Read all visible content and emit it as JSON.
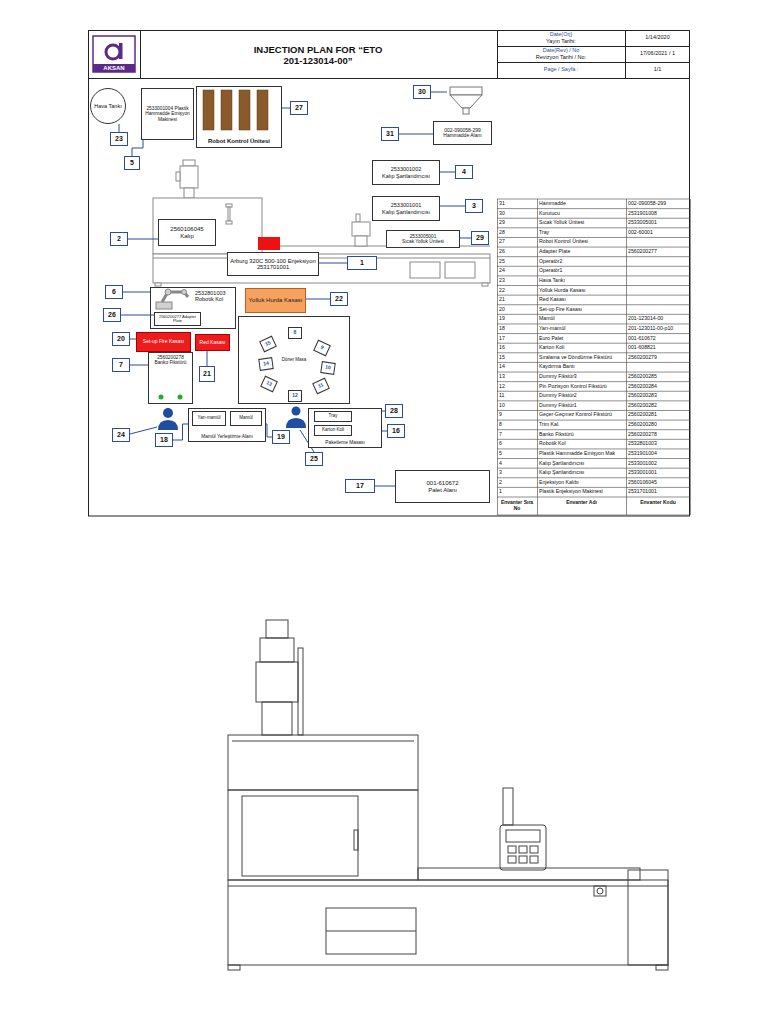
{
  "diagram": {
    "title": "INJECTION PLAN FOR “ETO 201-123014-00”",
    "nodes": [
      {
        "text": [
          "Hava Tankı"
        ]
      },
      {
        "text": [
          "2533001004 Plastik Hammadde Emişyon Makinesi"
        ]
      },
      {
        "text": [
          "Robot Kontrol Ünitesi"
        ]
      },
      {
        "text": [
          "27"
        ]
      },
      {
        "text": [
          "30"
        ]
      },
      {
        "text": [
          "23"
        ]
      },
      {
        "text": [
          "31"
        ]
      },
      {
        "text": [
          "002-090058-299",
          "Hammadde Alanı"
        ]
      },
      {
        "text": [
          "5"
        ]
      },
      {
        "text": [
          "2533001002",
          "Kalıp Şartlandırıcısı"
        ]
      },
      {
        "text": [
          "4"
        ]
      },
      {
        "text": [
          "2533001001",
          "Kalıp Şartlandırıcısı"
        ]
      },
      {
        "text": [
          "3"
        ]
      },
      {
        "text": [
          "2560106045",
          "Kalıp"
        ]
      },
      {
        "text": [
          "2"
        ]
      },
      {
        "text": [
          "2533005001",
          "Sıcak Yolluk Ünitesi"
        ]
      },
      {
        "text": [
          "29"
        ]
      },
      {
        "text": [
          "Arburg 320C 500-100 Enjeksiyon 2531701001"
        ]
      },
      {
        "text": [
          "1"
        ]
      },
      {
        "text": [
          "6"
        ]
      },
      {
        "text": [
          "2532801003",
          "Robotik Kol"
        ]
      },
      {
        "text": [
          "2560200277 Adapter Plate"
        ],
        "in": 20
      },
      {
        "text": [
          "Yolluk Hurda Kasası"
        ]
      },
      {
        "text": [
          "22"
        ]
      },
      {
        "text": [
          "26"
        ]
      },
      {
        "text": [
          "Set-up Fire Kasası"
        ]
      },
      {
        "text": [
          "Red Kasası"
        ]
      },
      {
        "text": [
          "20"
        ]
      },
      {
        "text": [
          "Döner Masa"
        ]
      },
      {
        "text": [
          "8"
        ],
        "in": 28
      },
      {
        "text": [
          "15"
        ],
        "in": 28
      },
      {
        "text": [
          "9"
        ],
        "in": 28
      },
      {
        "text": [
          "14"
        ],
        "in": 28
      },
      {
        "text": [
          "10"
        ],
        "in": 28
      },
      {
        "text": [
          "13"
        ],
        "in": 28
      },
      {
        "text": [
          "11"
        ],
        "in": 28
      },
      {
        "text": [
          "12"
        ],
        "in": 28
      },
      {
        "text": [
          "2560200278",
          "Banko Fikstürü"
        ]
      },
      {
        "text": [
          "7"
        ]
      },
      {
        "text": [
          "21"
        ]
      },
      {
        "text": [
          "28"
        ]
      },
      {
        "text": [
          "24"
        ]
      },
      {
        "text": [
          "18"
        ]
      },
      {
        "text": [
          "Mamül Yerleştirme Alanı"
        ]
      },
      {
        "text": [
          "Yarı-mamül"
        ],
        "in": 43
      },
      {
        "text": [
          "Mamül"
        ],
        "in": 43
      },
      {
        "text": [
          "19"
        ]
      },
      {
        "text": [
          "Paketleme Masası"
        ]
      },
      {
        "text": [
          "Tray"
        ],
        "in": 47
      },
      {
        "text": [
          "Karton Koli"
        ],
        "in": 47
      },
      {
        "text": [
          "16"
        ]
      },
      {
        "text": [
          "25"
        ]
      },
      {
        "text": [
          "17"
        ]
      },
      {
        "text": [
          "001-610672",
          "Palet Alanı"
        ]
      }
    ],
    "edges": [
      {
        "from": 3,
        "to": 2,
        "arrow": "none"
      },
      {
        "from": 5,
        "to": 0,
        "arrow": "none"
      },
      {
        "from": 6,
        "to": 7,
        "arrow": "none"
      },
      {
        "from": 8,
        "to": 1,
        "arrow": "none"
      },
      {
        "from": 10,
        "to": 9,
        "arrow": "none"
      },
      {
        "from": 12,
        "to": 11,
        "arrow": "none"
      },
      {
        "from": 14,
        "to": 13,
        "arrow": "none"
      },
      {
        "from": 16,
        "to": 15,
        "arrow": "none"
      },
      {
        "from": 18,
        "to": 17,
        "arrow": "none"
      },
      {
        "from": 19,
        "to": 20,
        "arrow": "none"
      },
      {
        "from": 24,
        "to": 21,
        "arrow": "none"
      },
      {
        "from": 23,
        "to": 22,
        "arrow": "none"
      },
      {
        "from": 27,
        "to": 25,
        "arrow": "none"
      },
      {
        "from": 38,
        "to": 37,
        "arrow": "none"
      },
      {
        "from": 39,
        "to": 26,
        "arrow": "none"
      },
      {
        "from": 40,
        "to": 48,
        "arrow": "none"
      },
      {
        "from": 50,
        "to": 49,
        "arrow": "none"
      },
      {
        "from": 42,
        "to": 44,
        "arrow": "none"
      },
      {
        "from": 46,
        "to": 45,
        "arrow": "none"
      },
      {
        "from": 52,
        "to": 53,
        "arrow": "none"
      }
    ],
    "labels": [
      "Date(Orj)",
      "Yayın Tarihi:",
      "1/14/2020",
      "Date(Rev) / No",
      "Revizyon Tarihi / No:",
      "17/06/2021 / 1",
      "Page / Sayfa :",
      "1/1",
      "AKSAN",
      "31",
      "Hammadde",
      "002-090058-299",
      "30",
      "Kurutucu",
      "2531901008",
      "29",
      "Sıcak Yolluk Ünitesi",
      "2533005001",
      "28",
      "Tray",
      "002-60001",
      "27",
      "Robot Kontrol Ünitesi",
      "26",
      "Adapter Plate",
      "2560200277",
      "25",
      "Operatör2",
      "24",
      "Operatör1",
      "23",
      "Hava Tankı",
      "22",
      "Yolluk Hurda Kasası",
      "21",
      "Red Kasası",
      "20",
      "Set-up Fire Kasası",
      "19",
      "Mamül",
      "201-123014-00",
      "18",
      "Yarı-mamül",
      "201-123011-00-p10",
      "17",
      "Euro Palet",
      "001-610672",
      "16",
      "Karton Koli",
      "001-608821",
      "15",
      "Sıralama ve Döndürme Fikstürü",
      "2560200279",
      "14",
      "Kaydırma Bantı",
      "13",
      "Dummy Fikstür3",
      "2560200285",
      "12",
      "Pin Pozisyon Kontrol Fikstürü",
      "2560200284",
      "11",
      "Dummy Fikstür2",
      "2560200283",
      "10",
      "Dummy Fikstür1",
      "2560200282",
      "9",
      "Geçer-Geçmez Kontrol Fikstürü",
      "2560200281",
      "8",
      "Trim Kal.",
      "2560200280",
      "7",
      "Banko Fikstürü",
      "2560200278",
      "6",
      "Robotik Kol",
      "2532801003",
      "5",
      "Plastik Hammadde Emişyon Mak",
      "2531901004",
      "4",
      "Kalıp Şartlandırıcısı",
      "2533001002",
      "3",
      "Kalıp Şartlandırıcısı",
      "2533001001",
      "2",
      "Enjeksiyon Kalıbı",
      "2560106045",
      "1",
      "Plastik Enjeksiyon Makinesi",
      "2531701001",
      "Envanter Sıra No",
      "Envanter Adı",
      "Envanter Kodu"
    ]
  }
}
